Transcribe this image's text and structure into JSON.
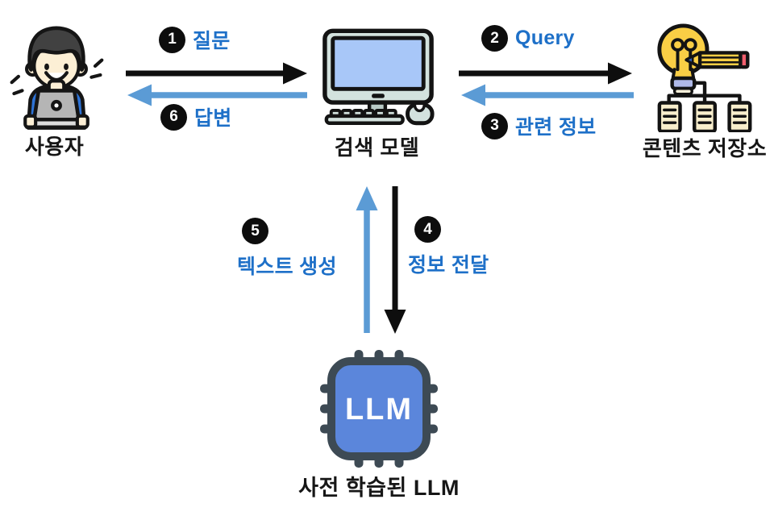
{
  "diagram_type": "rag-flow-diagram",
  "nodes": {
    "user": {
      "label": "사용자",
      "icon": "person-laptop-icon"
    },
    "search_model": {
      "label": "검색 모델",
      "icon": "desktop-computer-icon"
    },
    "content_store": {
      "label": "콘텐츠 저장소",
      "icon": "idea-repository-icon"
    },
    "llm": {
      "label": "사전 학습된 LLM",
      "chip_label": "LLM",
      "icon": "chip-icon"
    }
  },
  "arrows": [
    {
      "id": 1,
      "label": "질문",
      "direction": "right",
      "color": "#0E0E0E",
      "from": "user",
      "to": "search_model"
    },
    {
      "id": 2,
      "label": "Query",
      "direction": "right",
      "color": "#0E0E0E",
      "from": "search_model",
      "to": "content_store"
    },
    {
      "id": 3,
      "label": "관련 정보",
      "direction": "left",
      "color": "#5B9BD5",
      "from": "content_store",
      "to": "search_model"
    },
    {
      "id": 4,
      "label": "정보 전달",
      "direction": "down",
      "color": "#0E0E0E",
      "from": "search_model",
      "to": "llm"
    },
    {
      "id": 5,
      "label": "텍스트 생성",
      "direction": "up",
      "color": "#5B9BD5",
      "from": "llm",
      "to": "search_model"
    },
    {
      "id": 6,
      "label": "답변",
      "direction": "left",
      "color": "#5B9BD5",
      "from": "search_model",
      "to": "user"
    }
  ],
  "colors": {
    "background": "#FFFFFF",
    "arrow_black": "#0E0E0E",
    "arrow_blue": "#5B9BD5",
    "label_blue": "#1E70C8",
    "badge_bg": "#0D0D0D",
    "badge_text": "#FFFFFF",
    "chip_body": "#5B86DB",
    "chip_frame": "#3D4A54",
    "bulb_yellow": "#F9CE45",
    "eraser_red": "#F25F6E",
    "bulb_base_lavender": "#AFB9E8",
    "doc_cream": "#F8EECC",
    "monitor_bezel": "#D3E2DE",
    "screen_blue": "#A8C7F8",
    "shirt_blue": "#2E73D6",
    "skin": "#FCEFD5"
  }
}
